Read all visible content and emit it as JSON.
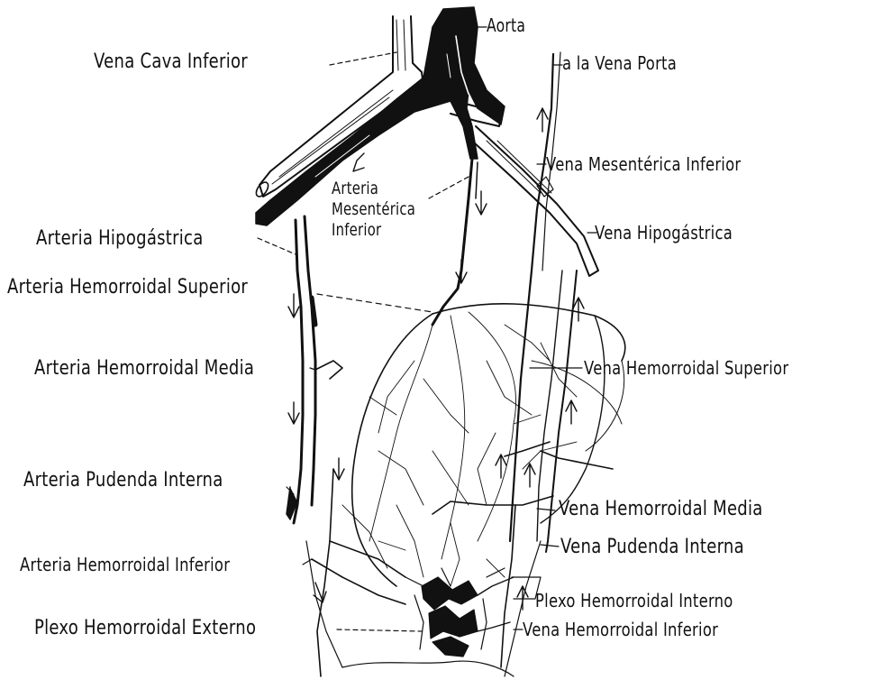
{
  "labels": {
    "aorta": "Aorta",
    "vena_cava_inferior": "Vena Cava Inferior",
    "vena_porta": "a la Vena Porta",
    "vena_mesenterica_inferior": "Vena Mesentérica Inferior",
    "arteria_mesenterica_inferior": "Arteria Mesentérica Inferior",
    "vena_hipogastrica": "Vena Hipogástrica",
    "arteria_hipogastrica": "Arteria Hipogástrica",
    "arteria_hemorroidal_superior": "Arteria Hemorroidal Superior",
    "vena_hemorroidal_superior": "Vena Hemorroidal Superior",
    "arteria_hemorroidal_media": "Arteria Hemorroidal Media",
    "arteria_pudenda_interna": "Arteria Pudenda Interna",
    "vena_hemorroidal_media": "Vena Hemorroidal Media",
    "vena_pudenda_interna": "Vena Pudenda Interna",
    "arteria_hemorroidal_inferior": "Arteria Hemorroidal Inferior",
    "plexo_hemorroidal_interno": "Plexo Hemorroidal Interno",
    "plexo_hemorroidal_externo": "Plexo Hemorroidal Externo",
    "vena_hemorroidal_inferior": "Vena Hemorroidal Inferior"
  },
  "colors": {
    "ink": "#111111",
    "paper": "#ffffff"
  }
}
